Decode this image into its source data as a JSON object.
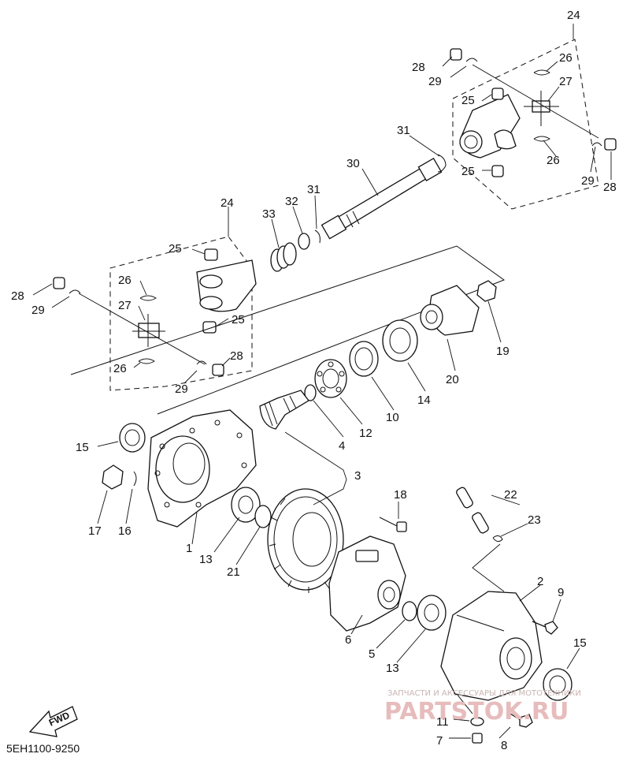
{
  "diagram": {
    "code": "5EH1100-9250",
    "fwd_label": "FWD",
    "watermark_top": "ЗАПЧАСТИ И АКСЕССУАРЫ ДЛЯ МОТОТЕХНИКИ",
    "watermark_brand": "PARTSTOK.RU",
    "callouts": {
      "c1": "1",
      "c2": "2",
      "c3": "3",
      "c4": "4",
      "c5": "5",
      "c6": "6",
      "c7": "7",
      "c8": "8",
      "c9": "9",
      "c10": "10",
      "c11": "11",
      "c12": "12",
      "c13a": "13",
      "c13b": "13",
      "c14": "14",
      "c15a": "15",
      "c15b": "15",
      "c16": "16",
      "c17": "17",
      "c18": "18",
      "c19": "19",
      "c20": "20",
      "c21": "21",
      "c22": "22",
      "c23": "23",
      "c24a": "24",
      "c24b": "24",
      "c25a": "25",
      "c25b": "25",
      "c25c": "25",
      "c25d": "25",
      "c26a": "26",
      "c26b": "26",
      "c26c": "26",
      "c26d": "26",
      "c27a": "27",
      "c27b": "27",
      "c28a": "28",
      "c28b": "28",
      "c28c": "28",
      "c28d": "28",
      "c29a": "29",
      "c29b": "29",
      "c29c": "29",
      "c29d": "29",
      "c30": "30",
      "c31a": "31",
      "c31b": "31",
      "c32": "32",
      "c33": "33"
    }
  }
}
